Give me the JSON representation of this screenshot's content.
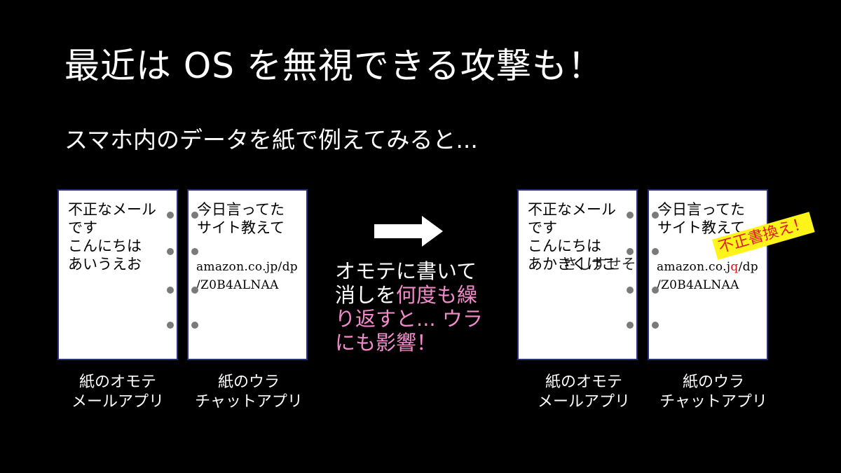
{
  "slide": {
    "title": "最近は OS を無視できる攻撃も！",
    "subtitle": "スマホ内のデータを紙で例えてみると..."
  },
  "before": {
    "front": {
      "lines": [
        "不正なメール",
        "です",
        "こんにちは",
        "あいうえお"
      ]
    },
    "back": {
      "lines": [
        "今日言ってた",
        "サイト教えて"
      ],
      "url_line1": "amazon.co.jp/dp",
      "url_line2": "/Z0B4ALNAA"
    },
    "front_label": [
      "紙のオモテ",
      "メールアプリ"
    ],
    "back_label": [
      "紙のウラ",
      "チャットアプリ"
    ]
  },
  "explanation": {
    "line1": "オモテに書いて",
    "line2_plain": "消しを",
    "line2_pink": "何度も繰",
    "line3": "り返すと... ウラ",
    "line4": "にも影響！"
  },
  "after": {
    "front": {
      "lines": [
        "不正なメール",
        "です",
        "こんにちは"
      ],
      "overlap_a": "あか",
      "overlap_b": "きくけこ",
      "overlap_c": "さしすせそ"
    },
    "back": {
      "lines": [
        "今日言ってた",
        "サイト教えて"
      ],
      "url_pre": "amazon.co.j",
      "url_changed": "q",
      "url_post": "/dp",
      "url_line2": "/Z0B4ALNAA"
    },
    "sticker": "不正書換え！",
    "front_label": [
      "紙のオモテ",
      "メールアプリ"
    ],
    "back_label": [
      "紙のウラ",
      "チャットアプリ"
    ]
  },
  "colors": {
    "background": "#000000",
    "highlight_pink": "#f28bcb",
    "sticker_yellow": "#fff41a",
    "alert_red": "#d4161b",
    "paper_border": "#26327a"
  }
}
